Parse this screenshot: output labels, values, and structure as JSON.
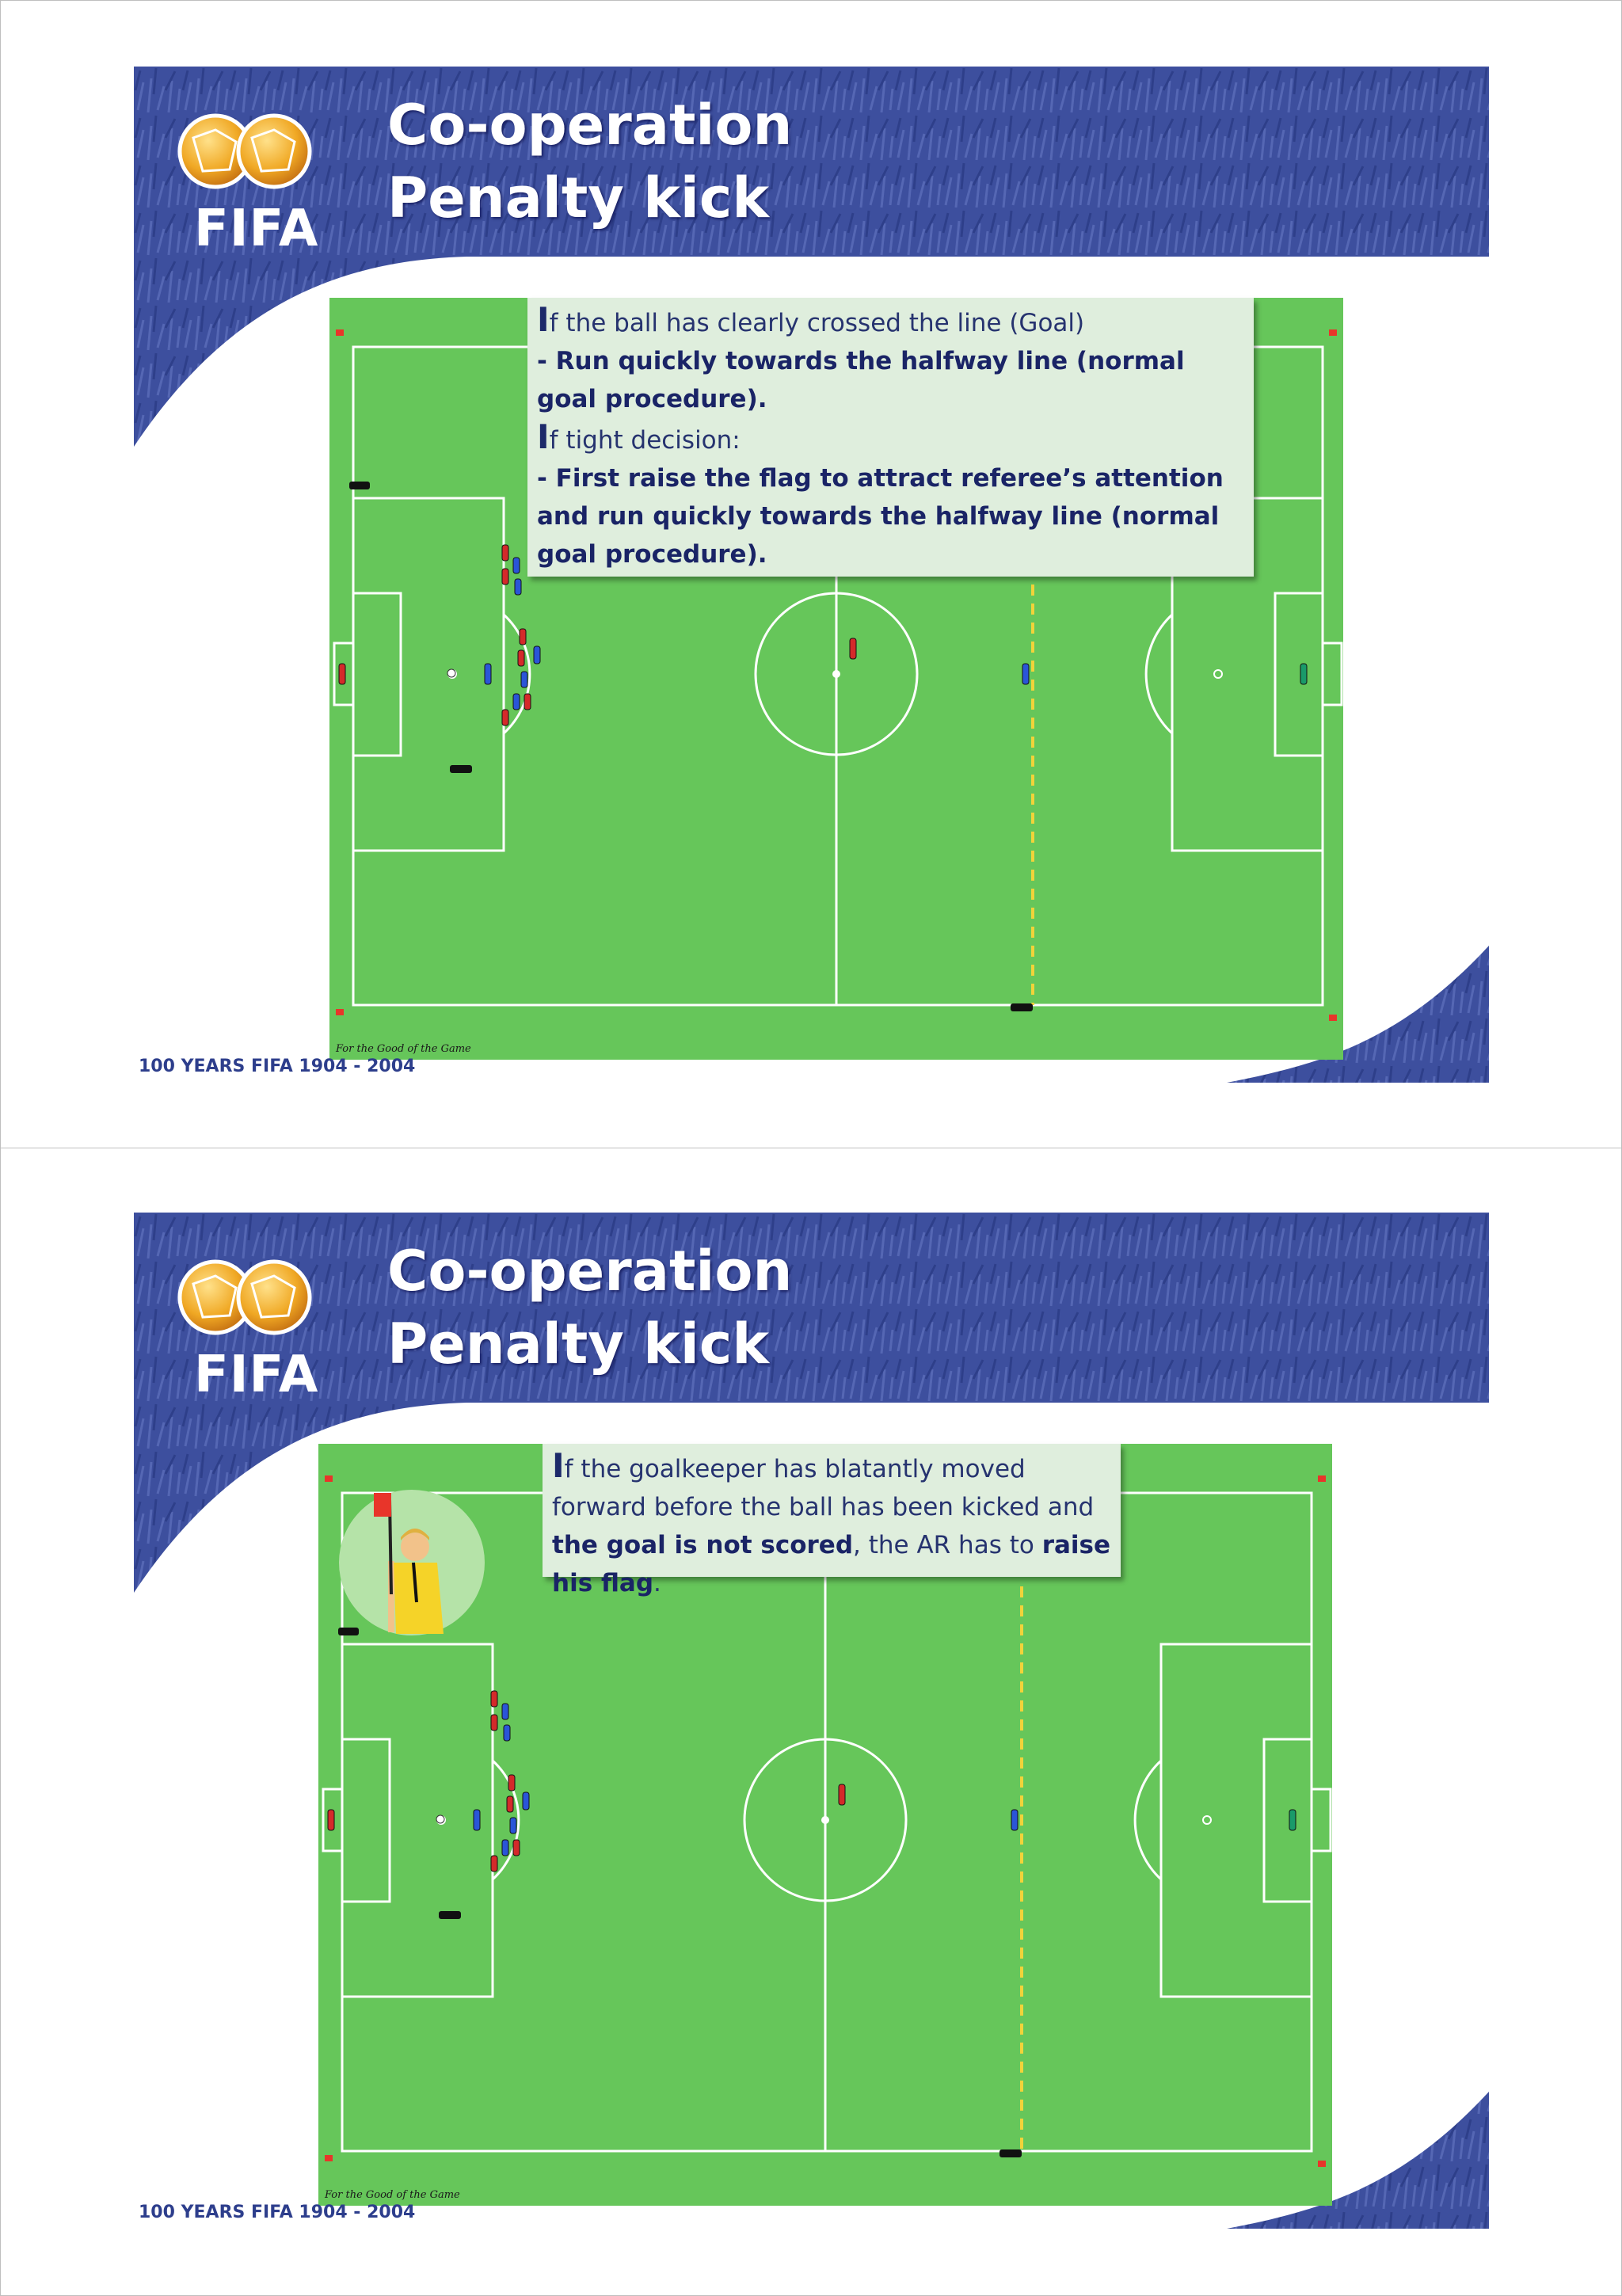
{
  "slides": [
    {
      "title_line1": "Co-operation",
      "title_line2": "Penalty kick",
      "logo_text": "FIFA",
      "footer": "100 YEARS FIFA  1904 - 2004",
      "motto": "For the Good of the Game",
      "callout": {
        "p1_initial": "I",
        "p1_rest": "f the ball has clearly crossed the line (Goal)",
        "p2": " - Run quickly towards the halfway line (normal goal procedure).",
        "p3_initial": "I",
        "p3_rest": "f tight decision:",
        "p4": " - First raise the flag to attract referee’s attention and run quickly towards the halfway line (normal goal procedure)."
      }
    },
    {
      "title_line1": "Co-operation",
      "title_line2": "Penalty kick",
      "logo_text": "FIFA",
      "footer": "100 YEARS FIFA  1904 - 2004",
      "motto": "For the Good of the Game",
      "callout": {
        "initial": "I",
        "t1": "f the goalkeeper has blatantly moved forward before the ball has been kicked and ",
        "t2": "the goal is not scored",
        "t3": ", the AR has to ",
        "t4": "raise his flag",
        "t5": "."
      }
    }
  ],
  "colors": {
    "banner_blue": "#3b4fa3",
    "pitch_green": "#66c65a",
    "callout_bg": "#dfeedd",
    "text_navy": "#1c2a6a",
    "offside_line": "#f1d33a"
  },
  "icons": [
    "fifa-globe-logo-icon",
    "player-red-icon",
    "player-blue-icon",
    "goalkeeper-icon",
    "referee-icon",
    "assistant-referee-icon",
    "corner-flag-icon",
    "ball-icon"
  ]
}
